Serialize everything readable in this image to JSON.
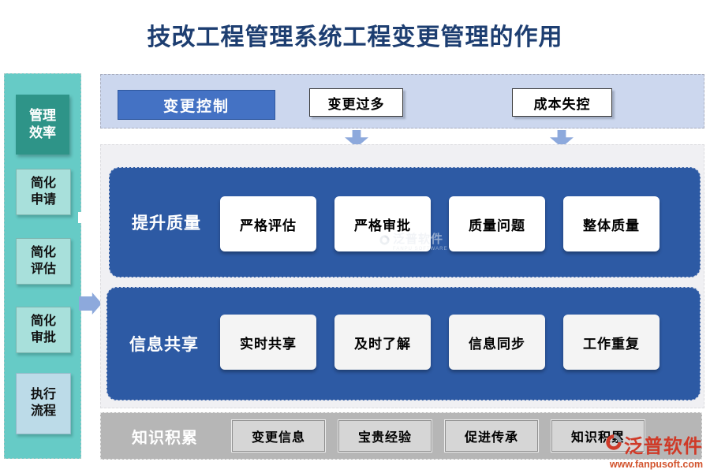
{
  "title": "技改工程管理系统工程变更管理的作用",
  "sidebar": {
    "header": "管理效率",
    "items": [
      {
        "label": "简化申请"
      },
      {
        "label": "简化评估"
      },
      {
        "label": "简化审批"
      },
      {
        "label": "执行流程"
      }
    ]
  },
  "top_panel": {
    "primary": "变更控制",
    "issues": [
      "变更过多",
      "成本失控"
    ]
  },
  "sections": [
    {
      "label": "提升质量",
      "items": [
        "严格评估",
        "严格审批",
        "质量问题",
        "整体质量"
      ]
    },
    {
      "label": "信息共享",
      "items": [
        "实时共享",
        "及时了解",
        "信息同步",
        "工作重复"
      ]
    },
    {
      "label": "知识积累",
      "items": [
        "变更信息",
        "宝贵经验",
        "促进传承",
        "知识积累"
      ]
    }
  ],
  "watermark": {
    "brand": "泛普软件",
    "caption": "FANPU SOFTWARE"
  },
  "brand": {
    "name": "泛普软件",
    "url": "www.fanpusoft.com"
  },
  "icons": {
    "down_arrow": "css-triangle-down",
    "right_arrow": "css-triangle-right",
    "brand_swirl": "two-tone-swirl-circle"
  },
  "colors": {
    "title_navy": "#1d3e71",
    "sidebar_teal": "#66cbc6",
    "sidebar_header_teal": "#2e9488",
    "sidebar_item_teal": "#a8e0db",
    "sidebar_item_blue": "#bcdbe8",
    "panel_lavender": "#ccd7ee",
    "accent_blue": "#4472c4",
    "block_blue": "#2d5aa4",
    "arrow_blue": "#8da9dc",
    "band_gray": "#f0f0f3",
    "knowledge_gray": "#b6b6b6",
    "knowledge_cell_gray": "#d6d6d6",
    "brand_red": "#cf3a28"
  }
}
